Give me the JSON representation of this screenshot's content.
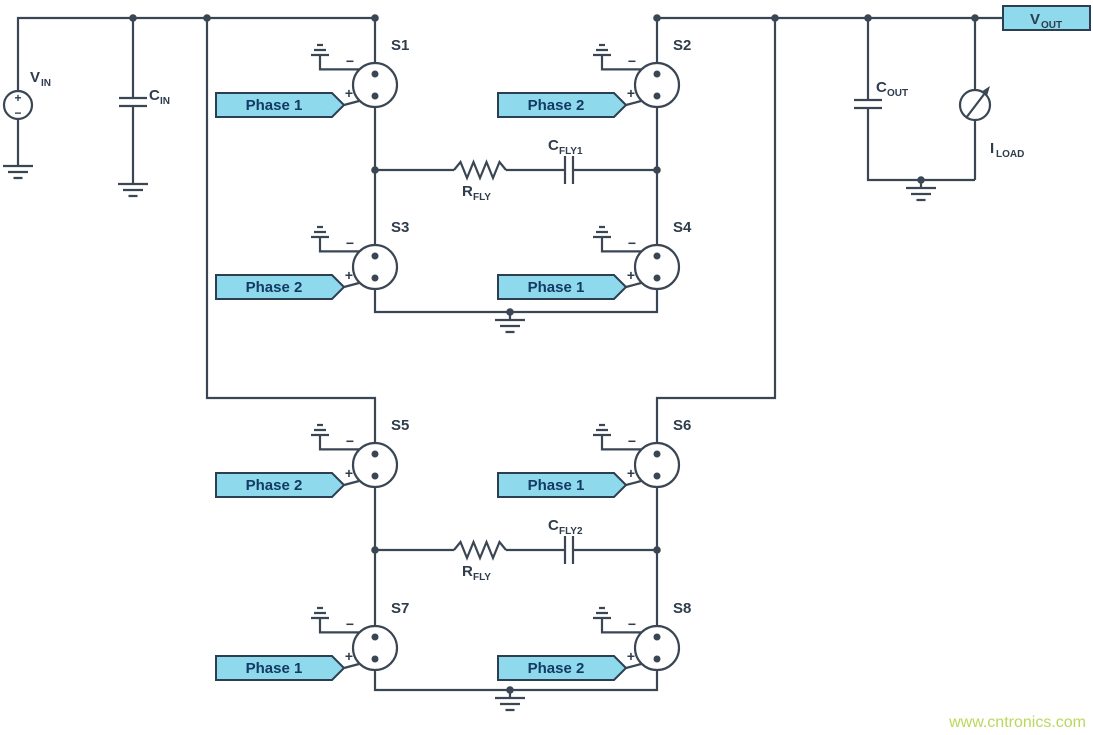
{
  "colors": {
    "ink": "#3a4654",
    "phase_fill": "#8ed9eb",
    "phase_text": "#123a63",
    "vout_tag_fill": "#8ed9eb",
    "watermark": "#b9d85c",
    "background": "#ffffff"
  },
  "labels": {
    "vin": {
      "main": "V",
      "sub": "IN"
    },
    "cin": {
      "main": "C",
      "sub": "IN"
    },
    "cout": {
      "main": "C",
      "sub": "OUT"
    },
    "iload": {
      "main": "I",
      "sub": "LOAD"
    },
    "vout": {
      "main": "V",
      "sub": "OUT"
    },
    "cfly1": {
      "main": "C",
      "sub": "FLY1"
    },
    "rfly1": {
      "main": "R",
      "sub": "FLY"
    },
    "cfly2": {
      "main": "C",
      "sub": "FLY2"
    },
    "rfly2": {
      "main": "R",
      "sub": "FLY"
    }
  },
  "switch_symbol": {
    "plus": "+",
    "minus": "−"
  },
  "source_symbol": {
    "plus": "+",
    "minus": "−"
  },
  "switches": [
    {
      "name": "S1",
      "phase": "Phase 1"
    },
    {
      "name": "S2",
      "phase": "Phase 2"
    },
    {
      "name": "S3",
      "phase": "Phase 2"
    },
    {
      "name": "S4",
      "phase": "Phase 1"
    },
    {
      "name": "S5",
      "phase": "Phase 2"
    },
    {
      "name": "S6",
      "phase": "Phase 1"
    },
    {
      "name": "S7",
      "phase": "Phase 1"
    },
    {
      "name": "S8",
      "phase": "Phase 2"
    }
  ],
  "watermark": "www.cntronics.com"
}
